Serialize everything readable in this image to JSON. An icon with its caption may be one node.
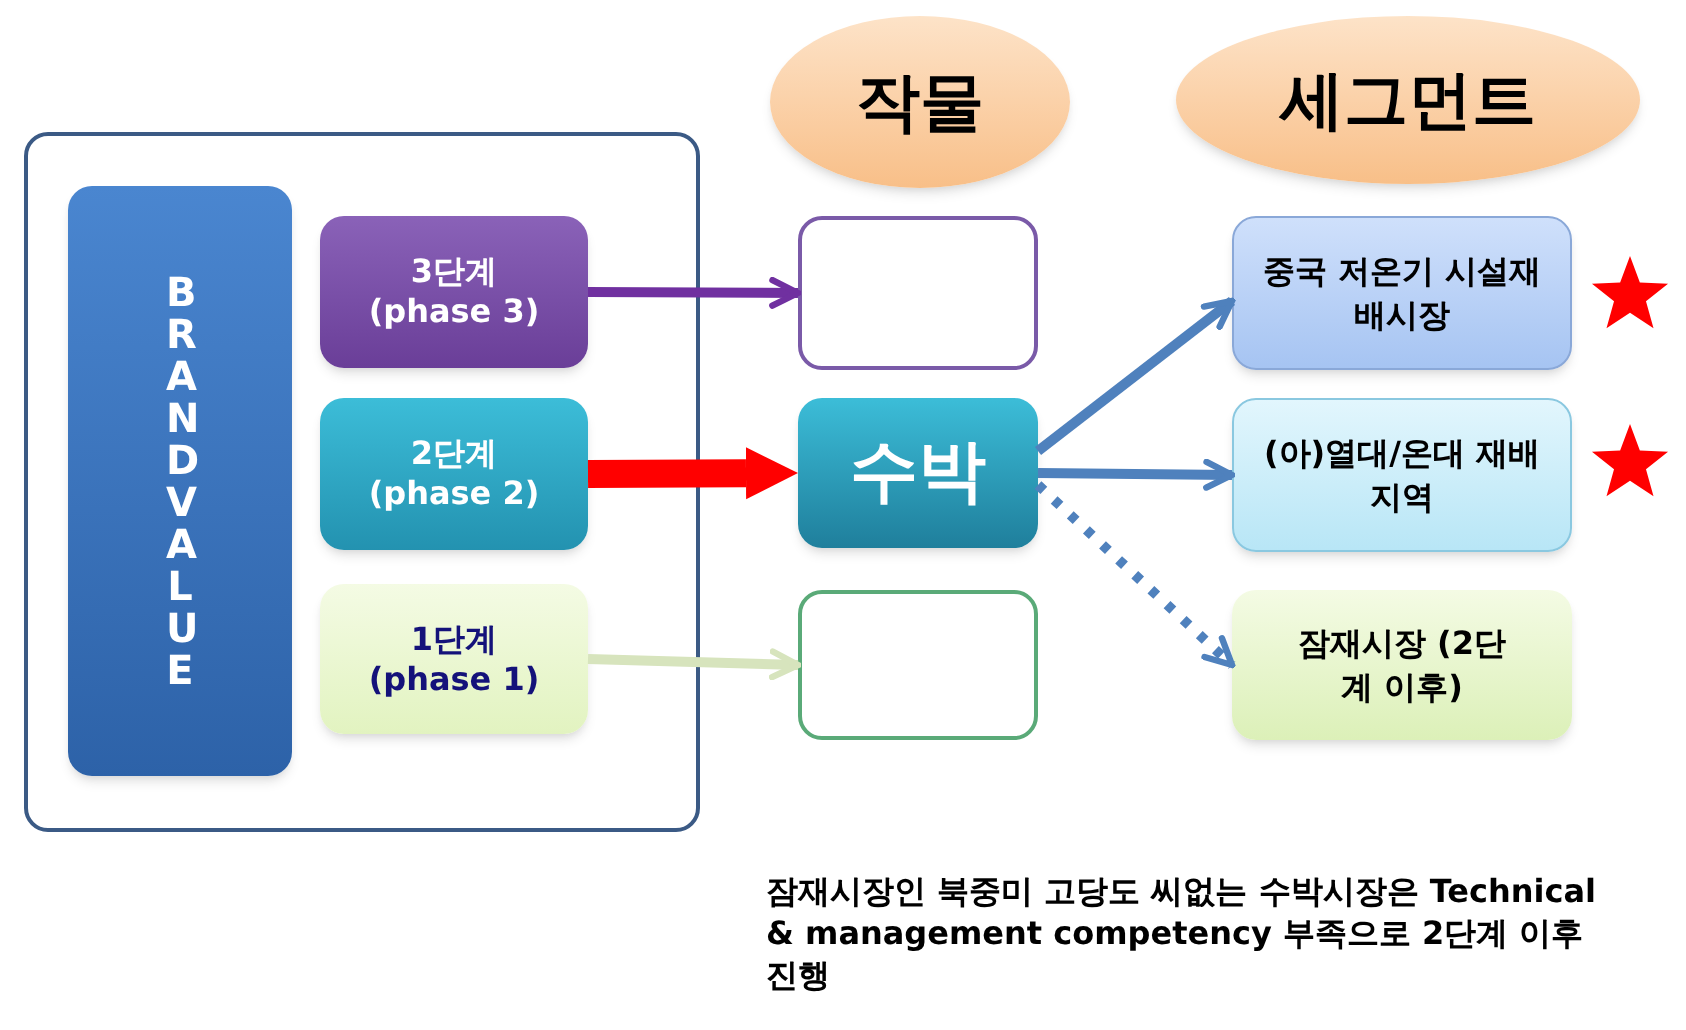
{
  "diagram": {
    "nodes": [
      {
        "text": [],
        "shape": "box"
      },
      {
        "text": [
          "BRAND VALUE"
        ],
        "in": 0
      },
      {
        "text": [
          "3단계 (phase 3)"
        ],
        "in": 0
      },
      {
        "text": [
          "2단계 (phase 2)"
        ],
        "in": 0
      },
      {
        "text": [
          "1단계 (phase 1)"
        ],
        "in": 0
      },
      {
        "text": [],
        "shape": "box"
      },
      {
        "text": [
          "수박"
        ]
      },
      {
        "text": [],
        "shape": "box"
      },
      {
        "text": [
          "작물"
        ]
      },
      {
        "text": [
          "세그먼트"
        ]
      },
      {
        "text": [
          "중국 저온기 시설재배시장"
        ]
      },
      {
        "text": [
          "(아)열대/온대 재배지역"
        ]
      },
      {
        "text": [
          "잠재시장 (2단계 이후)"
        ]
      }
    ],
    "edges": [
      {
        "from": 2,
        "to": 5,
        "arrow": "to",
        "color": "#7030a0"
      },
      {
        "from": 3,
        "to": 6,
        "arrow": "to",
        "style": "thick",
        "color": "#ff0000"
      },
      {
        "from": 4,
        "to": 7,
        "arrow": "to",
        "color": "#d7e4bd"
      },
      {
        "from": 6,
        "to": 10,
        "arrow": "to"
      },
      {
        "from": 6,
        "to": 11,
        "arrow": "to"
      },
      {
        "from": 6,
        "to": 12,
        "arrow": "to",
        "style": "dashed"
      }
    ],
    "labels": [
      "잠재시장인 북중미 고당도 씨없는 수박시장은 Technical & management competency 부족으로 2단계 이후 진행"
    ]
  }
}
